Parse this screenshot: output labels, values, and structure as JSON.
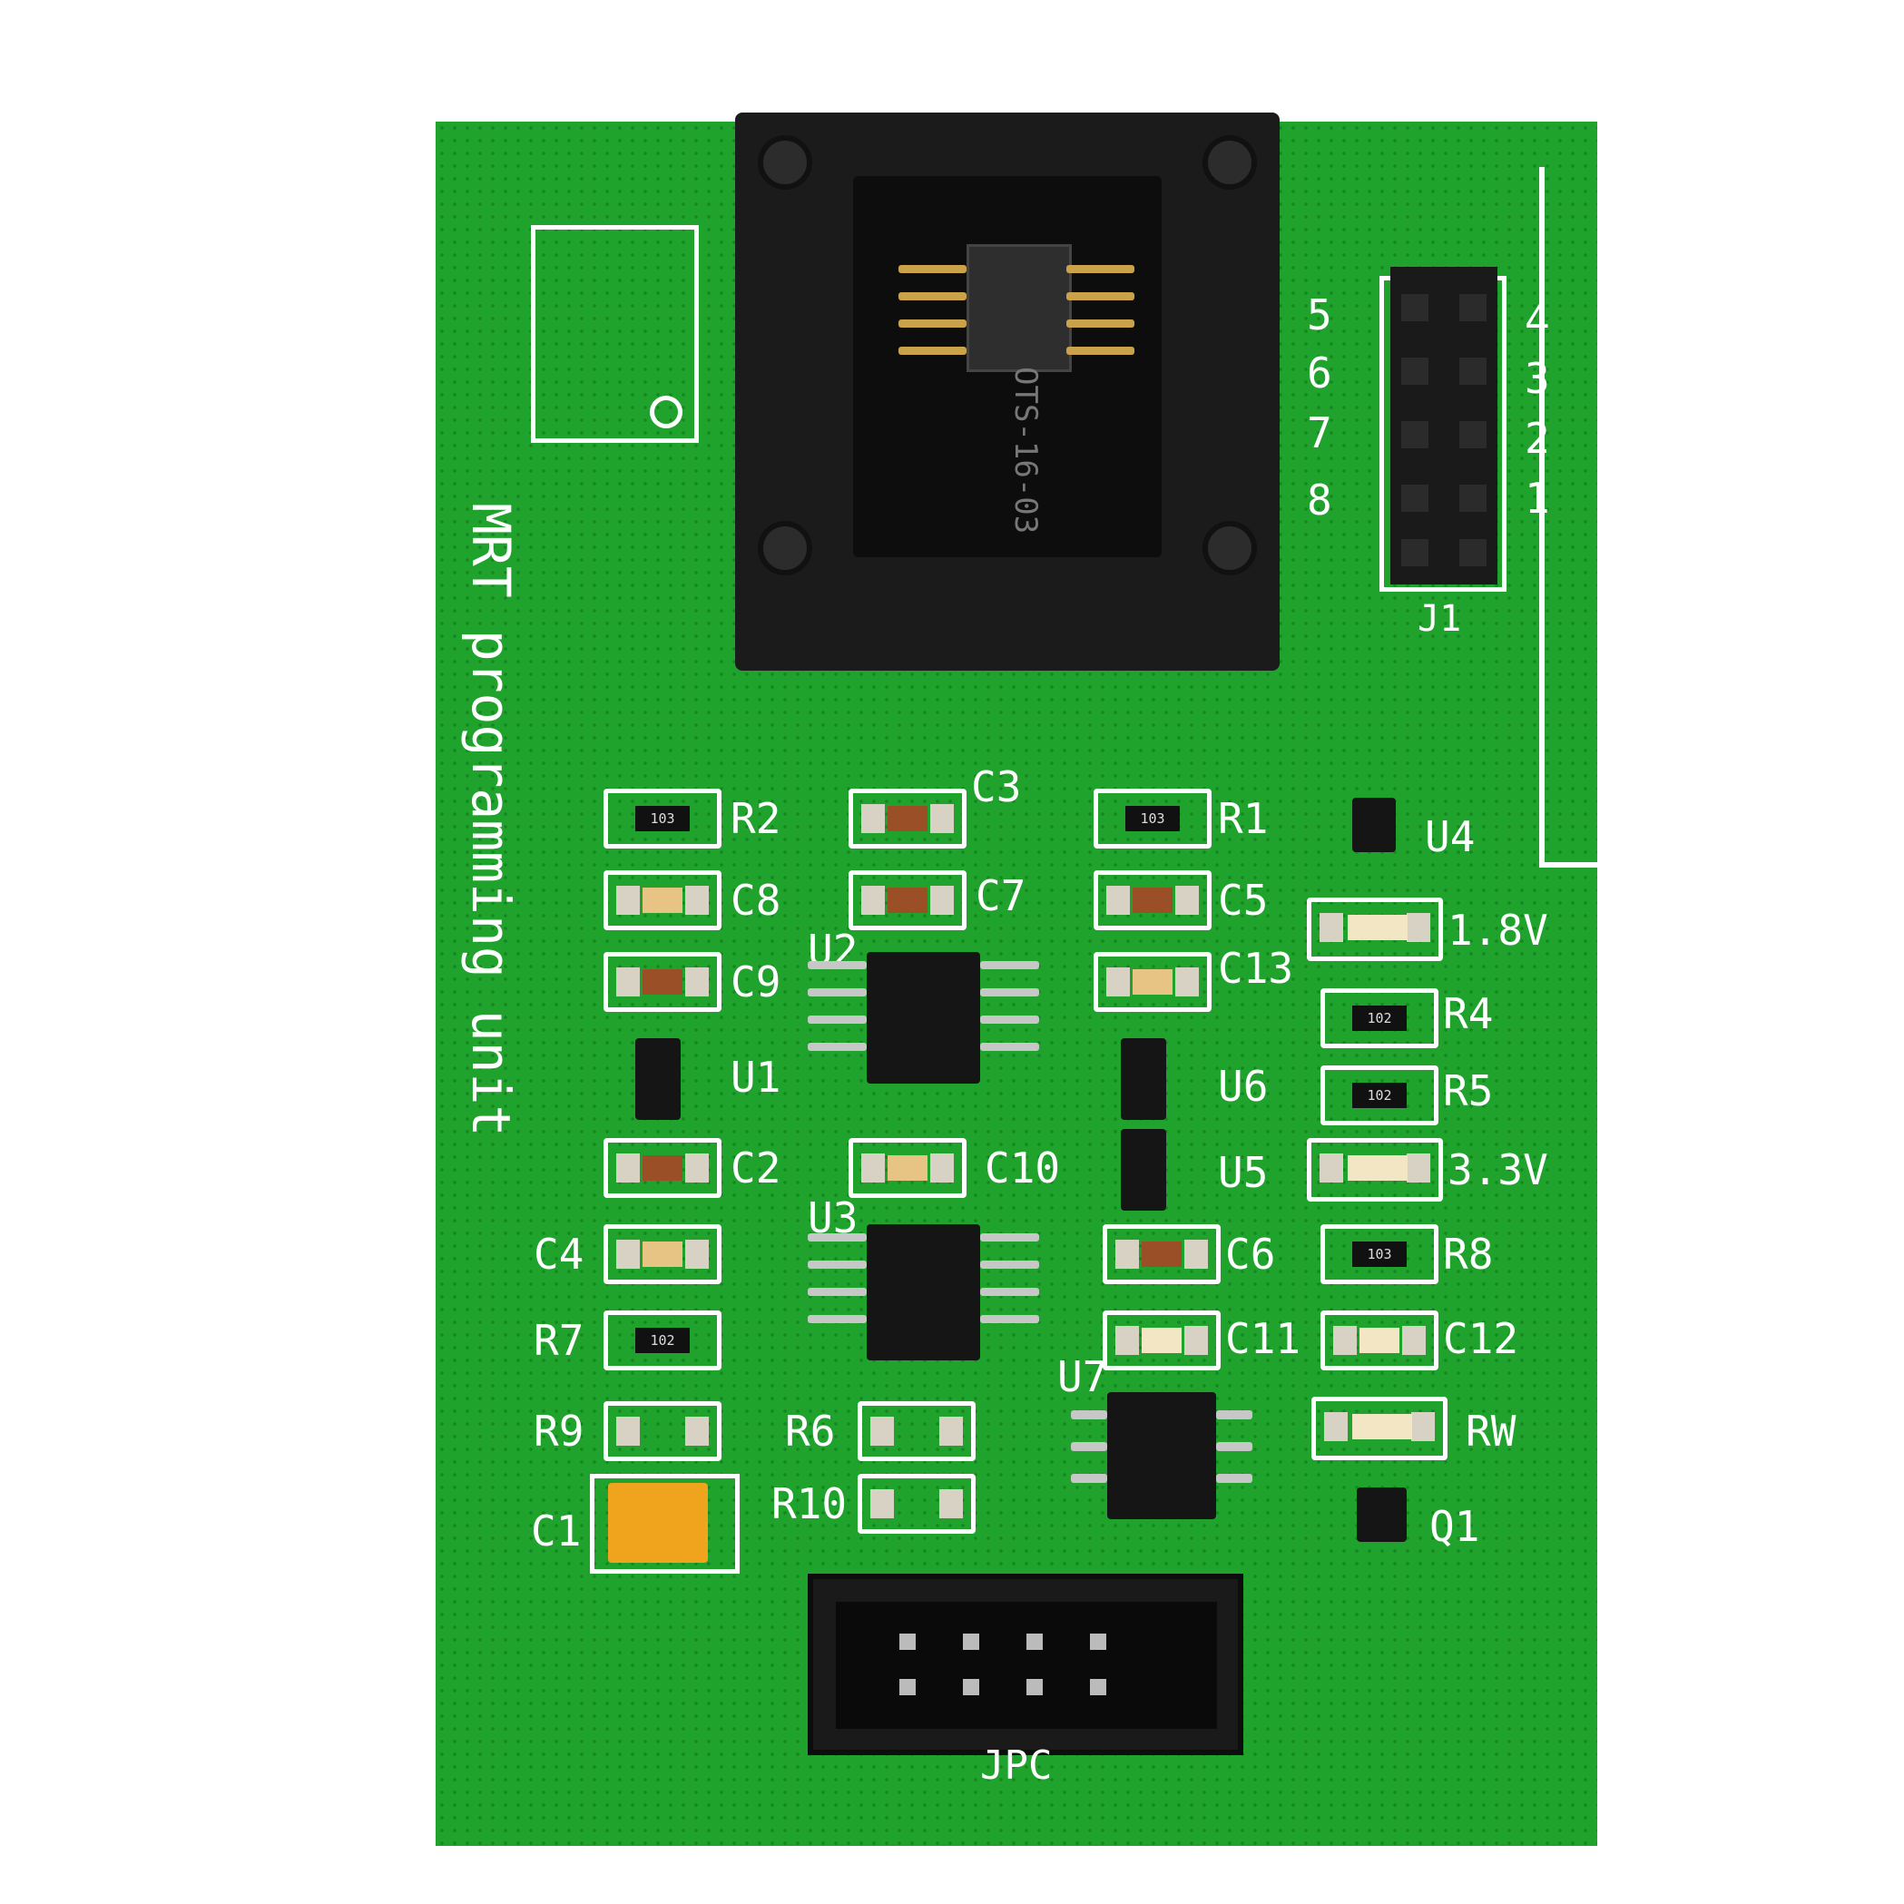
{
  "board": {
    "title_line1": "MRT",
    "title_line2": "programming unit",
    "socket_label": "OTS-16-03",
    "header_name": "J1",
    "header_left_pins": [
      "5",
      "6",
      "7",
      "8"
    ],
    "header_right_pins": [
      "4",
      "3",
      "2",
      "1"
    ],
    "connector_name": "JPC"
  },
  "components": {
    "R2": "R2",
    "C3": "C3",
    "R1": "R1",
    "U4": "U4",
    "C8": "C8",
    "C7": "C7",
    "C5": "C5",
    "led_1v8": "1.8V",
    "U2": "U2",
    "C9": "C9",
    "C13": "C13",
    "R4": "R4",
    "U1": "U1",
    "U6": "U6",
    "R5": "R5",
    "C2": "C2",
    "C10": "C10",
    "U5": "U5",
    "led_3v3": "3.3V",
    "U3": "U3",
    "C4": "C4",
    "C6": "C6",
    "R8": "R8",
    "R7": "R7",
    "C11": "C11",
    "C12": "C12",
    "R9": "R9",
    "R6": "R6",
    "U7": "U7",
    "RW": "RW",
    "C1": "C1",
    "R10": "R10",
    "Q1": "Q1"
  },
  "resistor_codes": {
    "r2": "103",
    "r1": "103",
    "r4": "102",
    "r5": "102",
    "r8": "103",
    "r7": "102"
  },
  "colors": {
    "pcb": "#1fa32c",
    "silkscreen": "#ffffff",
    "tantalum": "#f0a31c"
  }
}
